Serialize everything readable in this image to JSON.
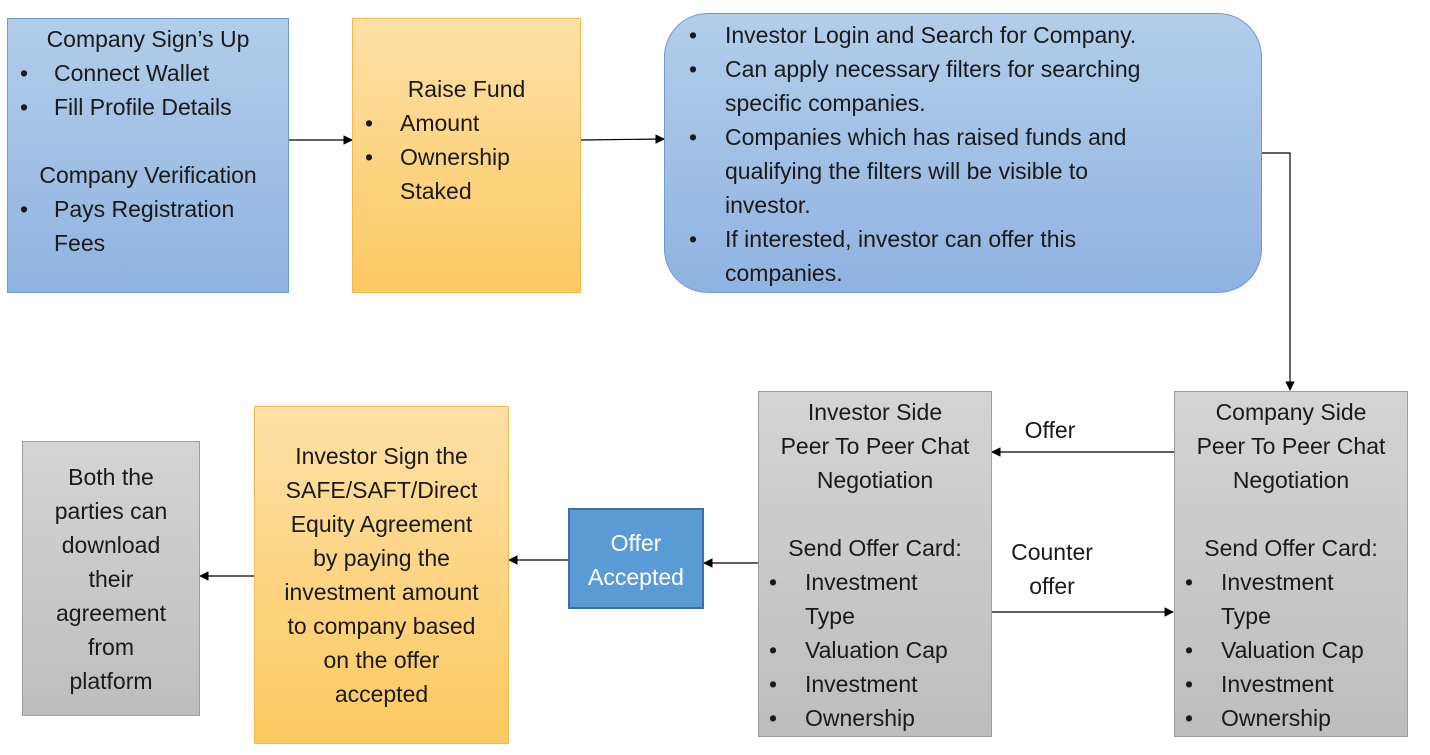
{
  "box1": {
    "title": "Company Sign’s Up",
    "items": [
      "Connect Wallet",
      "Fill Profile Details"
    ],
    "title2": "Company Verification",
    "items2": [
      "Pays Registration",
      "Fees"
    ]
  },
  "box2": {
    "title": "Raise Fund",
    "items": [
      "Amount",
      "Ownership",
      "Staked"
    ]
  },
  "box3": {
    "items": [
      [
        "Investor Login and Search for Company."
      ],
      [
        "Can apply necessary filters for searching",
        "specific companies."
      ],
      [
        "Companies which has raised funds and",
        "qualifying the filters will be visible to",
        "investor."
      ],
      [
        "If interested, investor can offer this",
        "companies."
      ]
    ]
  },
  "company_side": {
    "title": [
      "Company Side",
      "Peer To Peer Chat",
      "Negotiation"
    ],
    "send": "Send Offer Card:",
    "items": [
      [
        "Investment",
        "Type"
      ],
      [
        "Valuation Cap"
      ],
      [
        "Investment"
      ],
      [
        "Ownership"
      ]
    ]
  },
  "investor_side": {
    "title": [
      "Investor Side",
      "Peer To Peer Chat",
      "Negotiation"
    ],
    "send": "Send Offer Card:",
    "items": [
      [
        "Investment",
        "Type"
      ],
      [
        "Valuation Cap"
      ],
      [
        "Investment"
      ],
      [
        "Ownership"
      ]
    ]
  },
  "labels": {
    "offer": "Offer",
    "counter": [
      "Counter",
      "offer"
    ]
  },
  "offer_accepted": [
    "Offer",
    "Accepted"
  ],
  "sign_box": [
    "Investor Sign the",
    "SAFE/SAFT/Direct",
    "Equity Agreement",
    "by paying the",
    "investment amount",
    "to company based",
    "on the offer",
    "accepted"
  ],
  "download_box": [
    "Both the",
    "parties can",
    "download",
    "their",
    "agreement",
    "from",
    "platform"
  ],
  "bullet": "•",
  "colors": {
    "blue_box": "#9dbde5",
    "gold_box": "#fdd27f",
    "grey_box": "#c8c8c8",
    "offer_accepted": "#5b9bd5",
    "arrow": "#000000"
  }
}
